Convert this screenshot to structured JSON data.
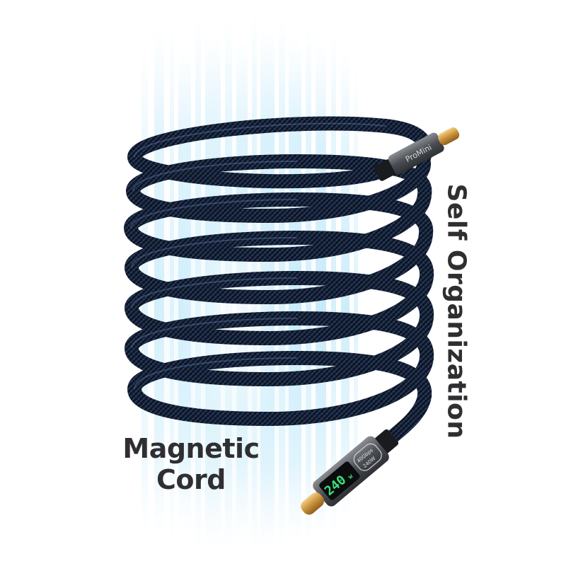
{
  "product": {
    "brand": "ProMini",
    "display_value": "240",
    "display_unit": "w",
    "spec_speed": "40Gbps",
    "spec_power": "240W"
  },
  "labels": {
    "left_line1": "Magnetic",
    "left_line2": "Cord",
    "vertical": "Self Organization"
  },
  "colors": {
    "background": "#ffffff",
    "glow": "#8fd4f5",
    "cable": "#1b2a45",
    "connector": "#55585d",
    "display": "#39e27a",
    "text": "#2f2f31"
  }
}
